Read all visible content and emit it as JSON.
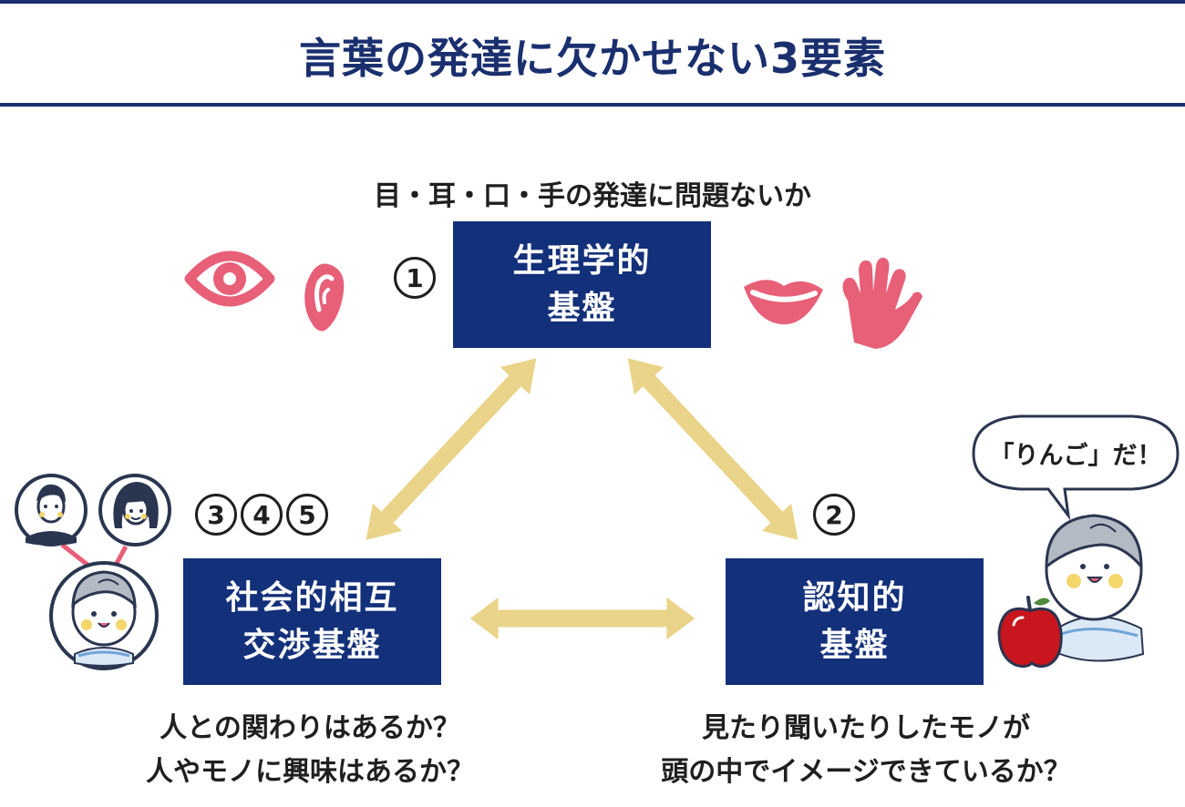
{
  "title": "言葉の発達に欠かせない3要素",
  "physiological": {
    "caption": "目・耳・口・手の発達に問題ないか",
    "number": "1",
    "label_line1": "生理学的",
    "label_line2": "基盤"
  },
  "cognitive": {
    "number": "2",
    "label_line1": "認知的",
    "label_line2": "基盤",
    "caption_line1": "見たり聞いたりしたモノが",
    "caption_line2": "頭の中でイメージできているか？",
    "speech": "「りんご」だ！"
  },
  "social": {
    "numbers": [
      "3",
      "4",
      "5"
    ],
    "label_line1": "社会的相互",
    "label_line2": "交渉基盤",
    "caption_line1": "人との関わりはあるか？",
    "caption_line2": "人やモノに興味はあるか？"
  },
  "colors": {
    "navy": "#13307a",
    "arrow": "#ead48a",
    "pink": "#e85f78",
    "outline": "#2a3550"
  },
  "icons": [
    "eye-icon",
    "ear-icon",
    "lips-icon",
    "hand-icon",
    "father-icon",
    "mother-icon",
    "child-icon",
    "apple-icon"
  ]
}
